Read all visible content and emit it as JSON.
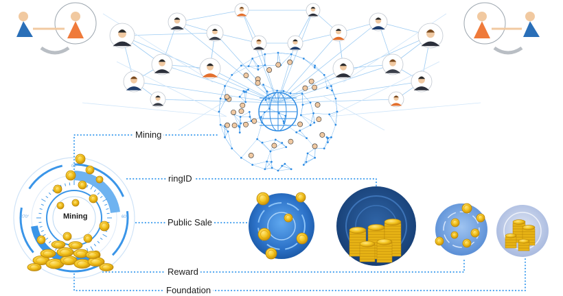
{
  "labels": {
    "mining": "Mining",
    "ringid": "ringID",
    "public_sale": "Public Sale",
    "reward": "Reward",
    "foundation": "Foundation"
  },
  "mining_gauge": {
    "center_label": "Mining",
    "degree_marks": [
      "00°",
      "60°",
      "270°"
    ]
  },
  "colors": {
    "accent_blue": "#3a95e8",
    "dot_line": "#4aa3ef",
    "network_line": "#8cc3f2",
    "coin_gold": "#f2c21b",
    "coin_shade": "#c9920c",
    "dark_blue": "#1f4e8c",
    "pale_blue": "#b9c8e6"
  },
  "icons": {
    "people": "person-avatar-icon",
    "handshake": "handshake-icon",
    "globe": "globe-network-icon",
    "coins": "gold-coin-icon"
  }
}
